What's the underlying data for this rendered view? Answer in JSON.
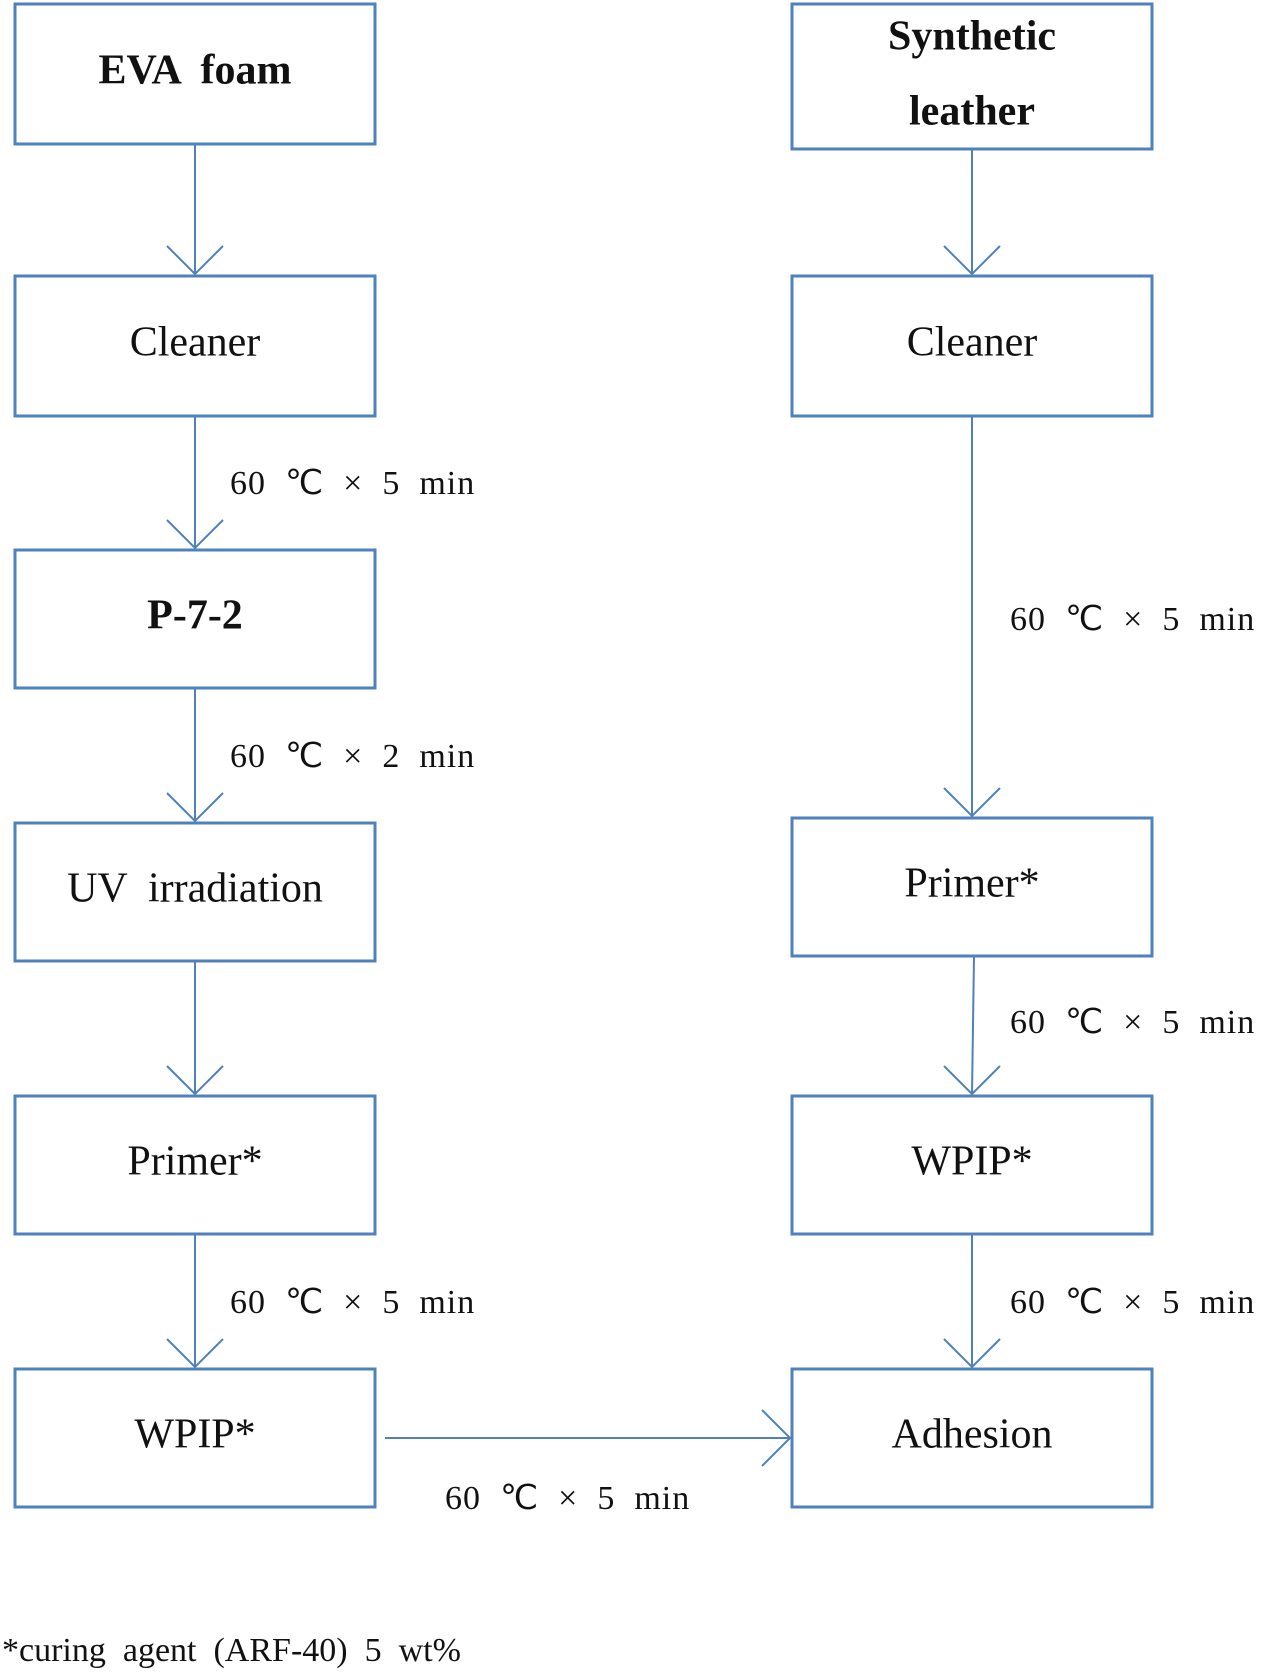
{
  "colors": {
    "box_stroke": "#4f81bd",
    "arrow": "#4f81bd",
    "text": "#111111"
  },
  "left_column": {
    "eva_foam": "EVA  foam",
    "cleaner": "Cleaner",
    "p72": "P-7-2",
    "uv_irradiation": "UV  irradiation",
    "primer": "Primer*",
    "wpip": "WPIP*"
  },
  "right_column": {
    "synthetic_line1": "Synthetic",
    "synthetic_line2": "leather",
    "cleaner": "Cleaner",
    "primer": "Primer*",
    "wpip": "WPIP*",
    "adhesion": "Adhesion"
  },
  "conditions": {
    "left_cleaner_to_p72": "60  ℃  ×  5  min",
    "left_p72_to_uv": "60  ℃  ×  2  min",
    "left_primer_to_wpip": "60  ℃  ×  5  min",
    "wpip_to_adhesion": "60  ℃  ×  5  min",
    "right_cleaner_to_primer": "60  ℃  ×  5  min",
    "right_primer_to_wpip": "60  ℃  ×  5  min",
    "right_wpip_to_adhesion": "60  ℃  ×  5  min"
  },
  "footnote": "*curing  agent  (ARF-40)  5  wt%"
}
